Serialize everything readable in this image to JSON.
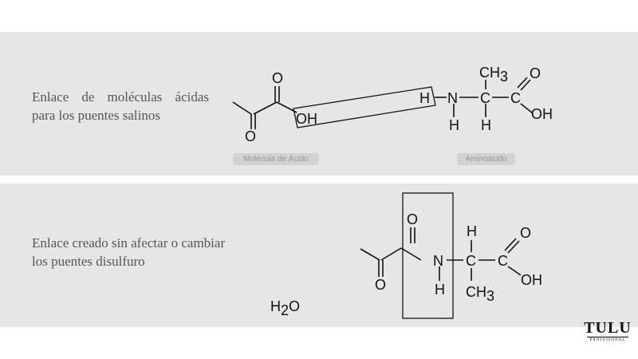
{
  "panel1": {
    "description_line1": "Enlace de moléculas ácidas",
    "description_line2": "para los puentes salinos",
    "label_acid": "Molécula de Ácido",
    "label_amino": "Aminoácido"
  },
  "panel2": {
    "description_line1": "Enlace creado sin afectar o cambiar",
    "description_line2": "los puentes disulfuro",
    "water": {
      "main": "H",
      "sub": "2",
      "tail": "O"
    }
  },
  "atoms": {
    "O": "O",
    "OH": "OH",
    "H": "H",
    "N": "N",
    "C": "C",
    "CH": "CH",
    "sub3": "3"
  },
  "logo": {
    "name": "TULU",
    "tagline": "PROFESIONAL"
  }
}
